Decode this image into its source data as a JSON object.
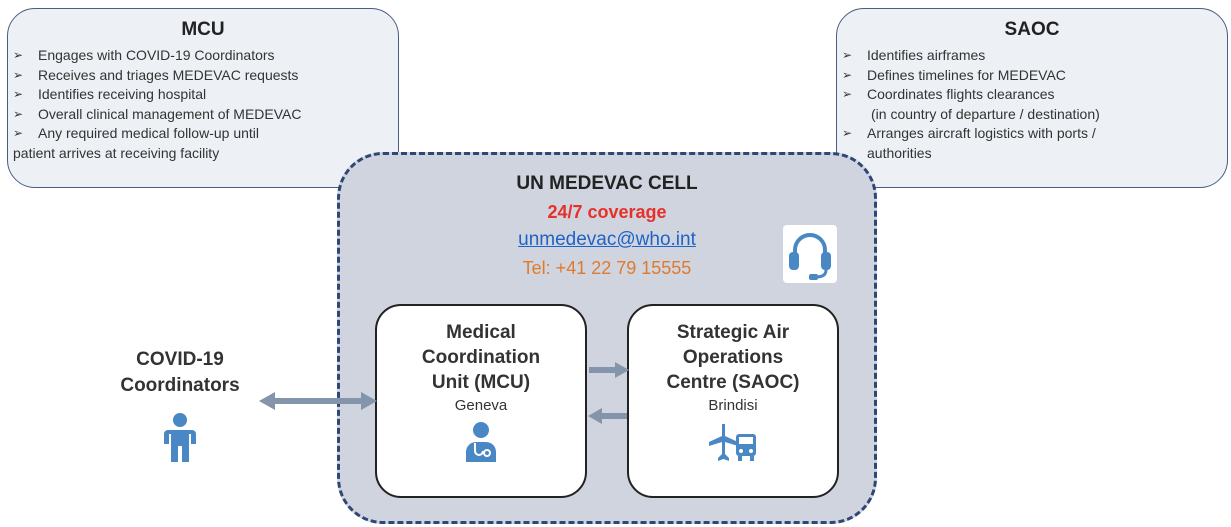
{
  "mcu_panel": {
    "title": "MCU",
    "items": [
      "Engages with COVID-19 Coordinators",
      "Receives and triages MEDEVAC requests",
      "Identifies receiving hospital",
      "Overall clinical management of MEDEVAC",
      "Any required medical follow-up until",
      "patient arrives at receiving facility"
    ]
  },
  "saoc_panel": {
    "title": "SAOC",
    "items": [
      "Identifies airframes",
      "Defines timelines for MEDEVAC",
      "Coordinates flights clearances",
      "(in country of departure / destination)",
      "Arranges aircraft logistics with ports /",
      "authorities"
    ]
  },
  "cell": {
    "title": "UN MEDEVAC CELL",
    "coverage": "24/7 coverage",
    "email": "unmedevac@who.int",
    "tel": "Tel: +41 22 79 15555"
  },
  "mcu_unit": {
    "name": "Medical\nCoordination\nUnit  (MCU)",
    "location": "Geneva"
  },
  "saoc_unit": {
    "name": "Strategic Air\nOperations\nCentre (SAOC)",
    "location": "Brindisi"
  },
  "coordinators": {
    "label": "COVID-19\nCoordinators"
  },
  "bullet_glyph": "➢",
  "icons": [
    "headset-icon",
    "person-icon",
    "doctor-icon",
    "plane-bus-icon"
  ],
  "colors": {
    "accent_blue": "#4a87c5",
    "coverage_red": "#e8302a",
    "email_blue": "#1f63c6",
    "tel_orange": "#e07a2e",
    "border_navy": "#2f4677",
    "arrow_gray": "#8494ab"
  }
}
